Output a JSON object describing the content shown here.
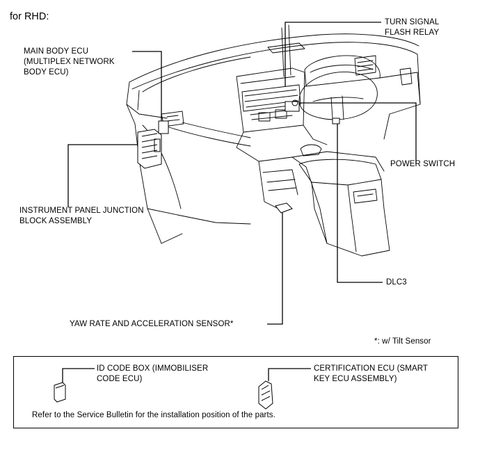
{
  "header": "for RHD:",
  "labels": {
    "turn_signal": "TURN SIGNAL\nFLASH RELAY",
    "main_body_ecu": "MAIN BODY ECU\n(MULTIPLEX NETWORK\nBODY ECU)",
    "power_switch": "POWER SWITCH",
    "ip_junction": "INSTRUMENT PANEL JUNCTION\nBLOCK ASSEMBLY",
    "dlc3": "DLC3",
    "yaw_rate": "YAW RATE AND ACCELERATION SENSOR*",
    "tilt_note": "*: w/ Tilt Sensor"
  },
  "legend": {
    "id_code_box": "ID CODE BOX (IMMOBILISER\nCODE ECU)",
    "certification_ecu": "CERTIFICATION ECU (SMART\nKEY ECU ASSEMBLY)",
    "note": "Refer to the Service Bulletin for the installation position of the parts."
  }
}
